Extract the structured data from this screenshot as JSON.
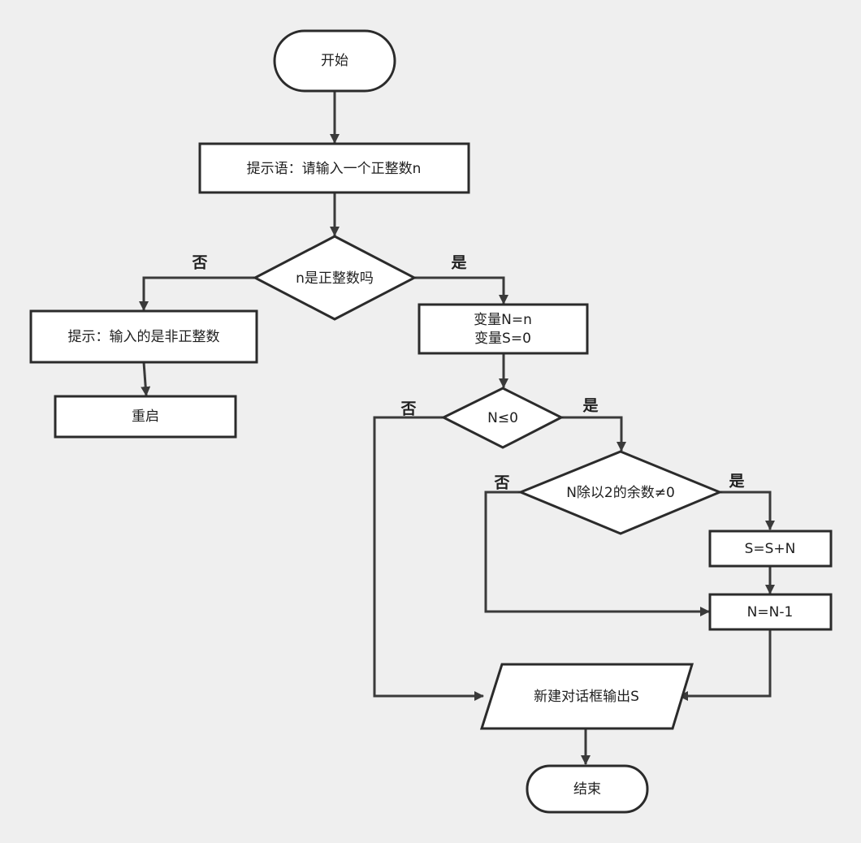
{
  "nodes": {
    "start": "开始",
    "prompt_input": "提示语：请输入一个正整数n",
    "check_positive": "n是正整数吗",
    "error_prompt": "提示：输入的是非正整数",
    "restart": "重启",
    "init_n": "变量N=n",
    "init_s": "变量S=0",
    "check_n_le_zero": "N≤0",
    "check_remainder": "N除以2的余数≠0",
    "accumulate": "S=S+N",
    "decrement": "N=N-1",
    "output": "新建对话框输出S",
    "end": "结束"
  },
  "branch_labels": {
    "check_positive_no": "否",
    "check_positive_yes": "是",
    "check_n_le_zero_no": "否",
    "check_n_le_zero_yes": "是",
    "check_remainder_no": "否",
    "check_remainder_yes": "是"
  },
  "colors": {
    "background": "#efefef",
    "shape_fill": "#ffffff",
    "stroke": "#2b2b2b"
  }
}
